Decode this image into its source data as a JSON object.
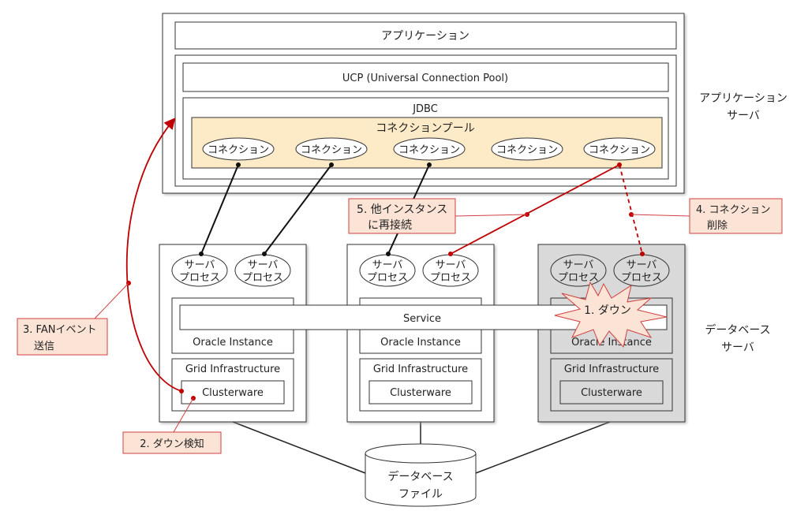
{
  "app_server": {
    "label_line1": "アプリケーション",
    "label_line2": "サーバ",
    "application": "アプリケーション",
    "ucp": "UCP (Universal Connection Pool)",
    "jdbc": "JDBC",
    "pool": "コネクションプール",
    "connections": [
      "コネクション",
      "コネクション",
      "コネクション",
      "コネクション",
      "コネクション"
    ]
  },
  "db_server": {
    "label_line1": "データベース",
    "label_line2": "サーバ",
    "server_process_line1": "サーバ",
    "server_process_line2": "プロセス",
    "service": "Service",
    "oracle_instance": "Oracle Instance",
    "grid_infrastructure": "Grid Infrastructure",
    "clusterware": "Clusterware"
  },
  "db_file": {
    "line1": "データベース",
    "line2": "ファイル"
  },
  "callouts": {
    "down": "1. ダウン",
    "detect": "2. ダウン検知",
    "fan_line1": "3. FANイベント",
    "fan_line2": "送信",
    "remove_line1": "4. コネクション",
    "remove_line2": "削除",
    "reconnect_line1": "5. 他インスタンス",
    "reconnect_line2": "に再接続"
  },
  "colors": {
    "accent_red": "#c00000",
    "pool_fill": "#fdebc8",
    "callout_fill": "#fbe3d6",
    "failed_server": "#d9d9d9"
  }
}
